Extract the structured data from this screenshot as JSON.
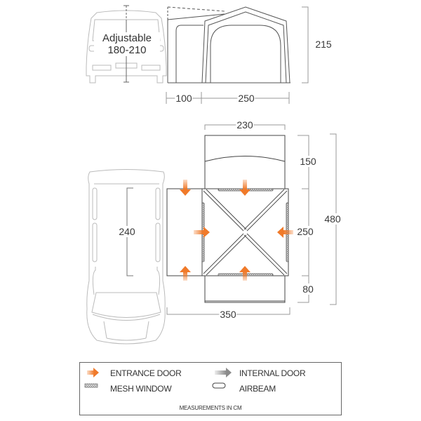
{
  "side_view": {
    "van_label_line1": "Adjustable",
    "van_label_line2": "180-210",
    "height": "215",
    "width_annex": "100",
    "width_main": "250"
  },
  "plan_view": {
    "top_width": "230",
    "bottom_width": "350",
    "van_length": "240",
    "depth_front": "150",
    "depth_main": "250",
    "depth_rear": "80",
    "depth_total": "480"
  },
  "legend": {
    "entrance_door": "ENTRANCE DOOR",
    "internal_door": "INTERNAL DOOR",
    "mesh_window": "MESH WINDOW",
    "airbeam": "AIRBEAM",
    "note": "MEASUREMENTS IN CM"
  },
  "colors": {
    "entrance_door": "#f07a2a",
    "internal_door": "#8a8a8a",
    "outline": "#444444",
    "vehicle": "#bbbbbb",
    "dimension": "#999999"
  }
}
